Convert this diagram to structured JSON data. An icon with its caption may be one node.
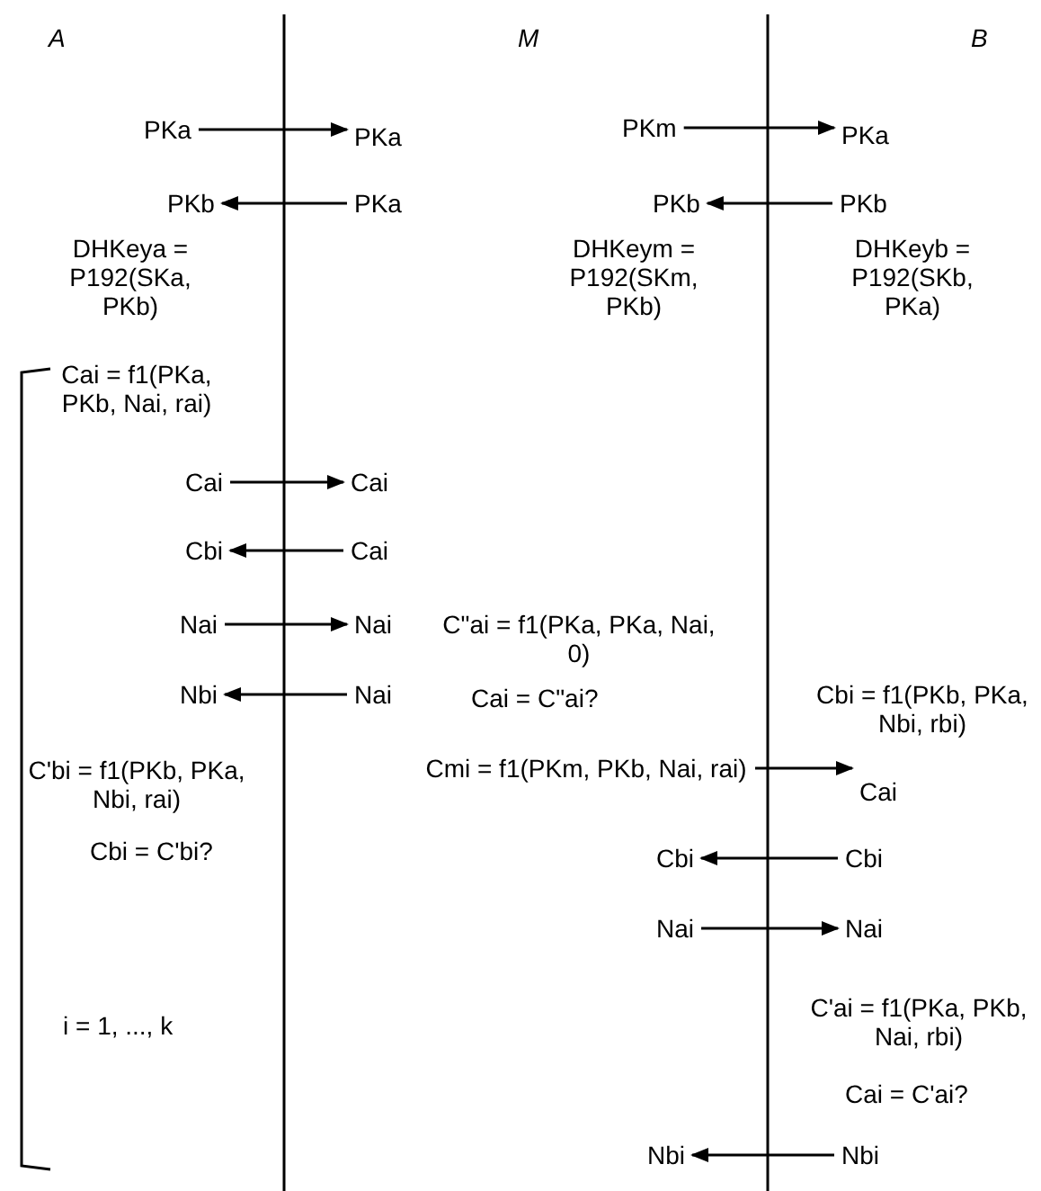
{
  "diagram": {
    "nodes": [
      {
        "text": [
          "PKa"
        ]
      },
      {
        "text": [
          "PKa"
        ]
      },
      {
        "text": [
          "PKm"
        ]
      },
      {
        "text": [
          "PKa"
        ]
      },
      {
        "text": [
          "PKb"
        ]
      },
      {
        "text": [
          "PKa"
        ]
      },
      {
        "text": [
          "PKb"
        ]
      },
      {
        "text": [
          "PKb"
        ]
      },
      {
        "text": [
          "Cai"
        ]
      },
      {
        "text": [
          "Cai"
        ]
      },
      {
        "text": [
          "Cbi"
        ]
      },
      {
        "text": [
          "Cai"
        ]
      },
      {
        "text": [
          "Nai"
        ]
      },
      {
        "text": [
          "Nai"
        ]
      },
      {
        "text": [
          "Nbi"
        ]
      },
      {
        "text": [
          "Nai"
        ]
      },
      {
        "text": [
          "Cmi = f1(PKm, PKb, Nai, rai)"
        ]
      },
      {
        "text": [
          "Cai"
        ]
      },
      {
        "text": [
          "Cbi"
        ]
      },
      {
        "text": [
          "Cbi"
        ]
      },
      {
        "text": [
          "Nai"
        ]
      },
      {
        "text": [
          "Nai"
        ]
      },
      {
        "text": [
          "Nbi"
        ]
      },
      {
        "text": [
          "Nbi"
        ]
      }
    ],
    "edges": [
      {
        "from": 0,
        "to": 1,
        "arrow": "to"
      },
      {
        "from": 2,
        "to": 3,
        "arrow": "to"
      },
      {
        "from": 5,
        "to": 4,
        "arrow": "to"
      },
      {
        "from": 7,
        "to": 6,
        "arrow": "to"
      },
      {
        "from": 8,
        "to": 9,
        "arrow": "to"
      },
      {
        "from": 11,
        "to": 10,
        "arrow": "to"
      },
      {
        "from": 12,
        "to": 13,
        "arrow": "to"
      },
      {
        "from": 15,
        "to": 14,
        "arrow": "to"
      },
      {
        "from": 16,
        "to": 17,
        "arrow": "to"
      },
      {
        "from": 19,
        "to": 18,
        "arrow": "to"
      },
      {
        "from": 20,
        "to": 21,
        "arrow": "to"
      },
      {
        "from": 23,
        "to": 22,
        "arrow": "to"
      }
    ],
    "labels": [
      "A",
      "M",
      "B",
      "DHKeya = P192(SKa, PKb)",
      "DHKeym = P192(SKm, PKb)",
      "DHKeyb = P192(SKb, PKa)",
      "Cai = f1(PKa, PKb, Nai, rai)",
      "C\"ai = f1(PKa, PKa, Nai, 0)",
      "Cai = C\"ai?",
      "Cbi = f1(PKb, PKa, Nbi, rbi)",
      "C'bi = f1(PKb, PKa, Nbi, rai)",
      "Cbi = C'bi?",
      "i = 1, ..., k",
      "C'ai = f1(PKa, PKb, Nai, rbi)",
      "Cai = C'ai?"
    ]
  }
}
